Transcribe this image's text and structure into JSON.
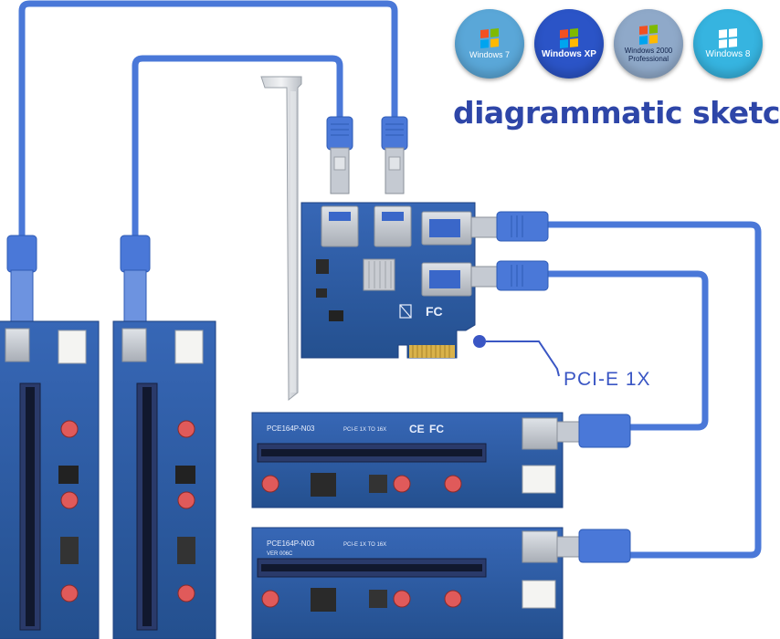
{
  "header": {
    "title": "diagrammatic sketch"
  },
  "os_badges": [
    {
      "label": "Windows 7",
      "bg": "#5aa7d8"
    },
    {
      "label": "Windows XP",
      "bg": "#2b54c7"
    },
    {
      "label": "Windows 2000 Professional",
      "bg": "#8fa9c9"
    },
    {
      "label": "Windows 8",
      "bg": "#36b4e0"
    }
  ],
  "adapter": {
    "interface_label": "PCI-E 1X",
    "fc_mark": "FC",
    "ce_mark": "CE"
  },
  "riser": {
    "model": "PCE164P-N03",
    "version": "VER 006C",
    "subtitle": "PCI-E 1X TO 16X"
  },
  "colors": {
    "cable": "#4a78d8",
    "pcb": "#2d5aa6",
    "title": "#2e46a8",
    "slot": "#2a3a6a"
  }
}
